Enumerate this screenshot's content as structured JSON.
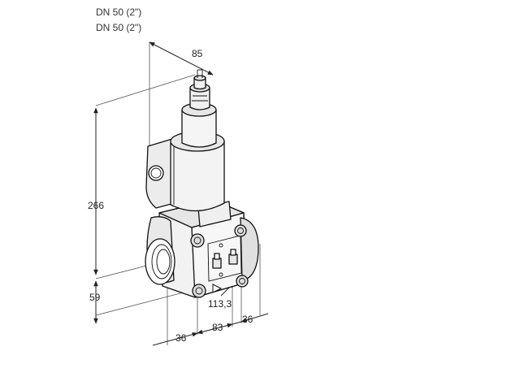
{
  "header": {
    "line1": "DN 50 (2\")",
    "line2": "DN 50 (2\")"
  },
  "dimensions": {
    "top_width": "85",
    "height": "266",
    "lower_height": "59",
    "center_offset": "113,3",
    "right_end": "36",
    "bottom_left": "36",
    "bottom_mid": "83"
  },
  "colors": {
    "line": "#111111",
    "body_fill": "#f2f2f2",
    "body_shade": "#dcdcdc",
    "background": "#ffffff"
  },
  "icons": {
    "flow_arrow": "triangle-right"
  }
}
